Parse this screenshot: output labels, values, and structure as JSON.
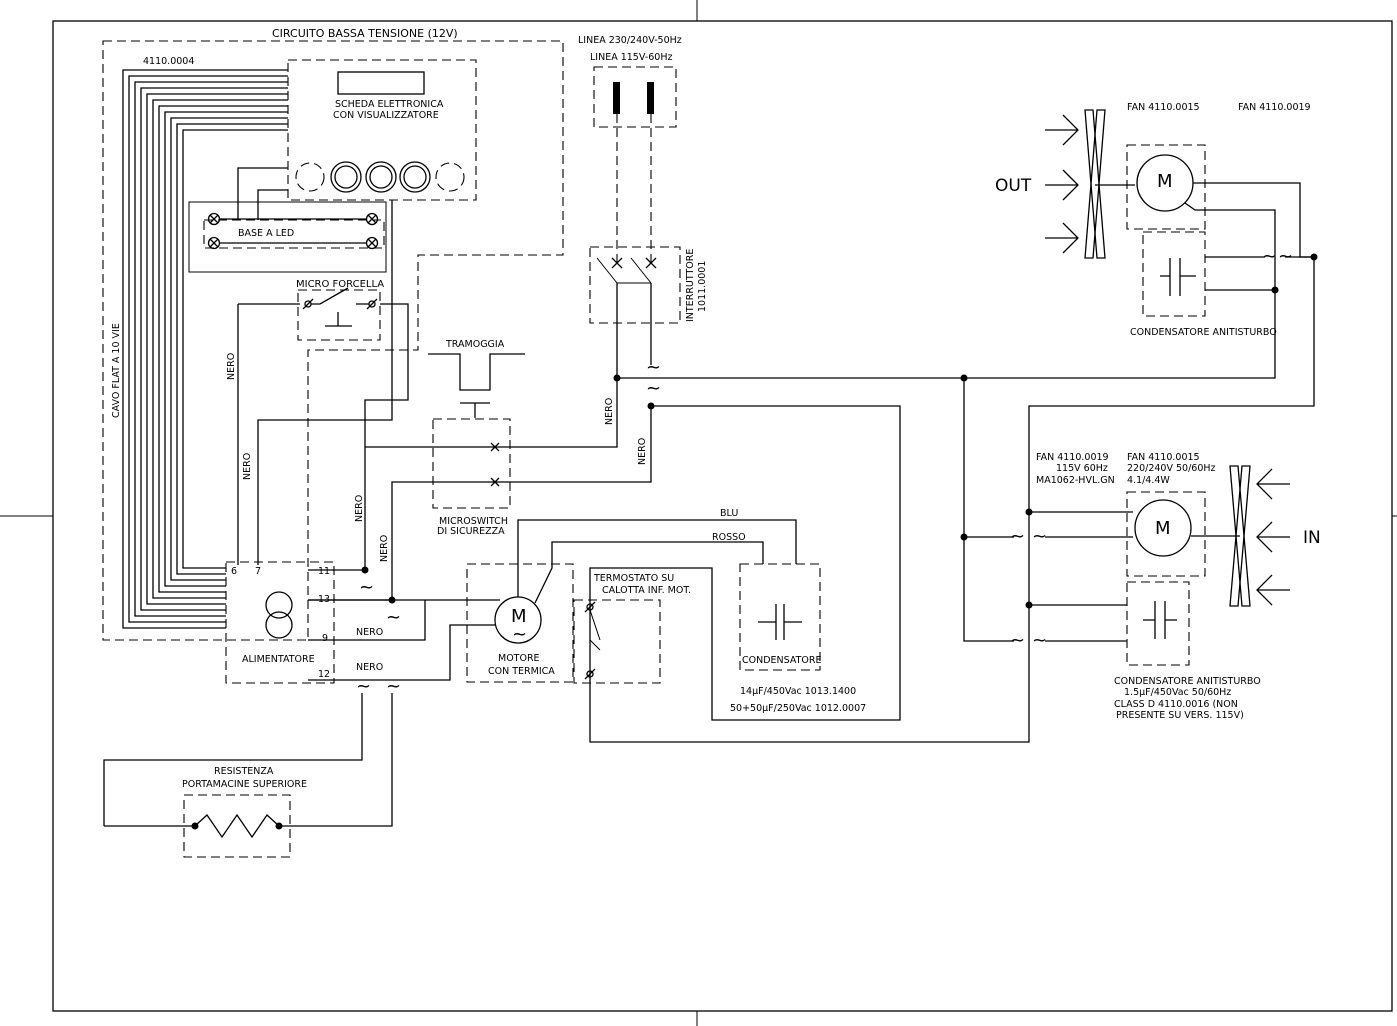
{
  "labels": {
    "low_voltage": "CIRCUITO BASSA TENSIONE (12V)",
    "flat_code": "4110.0004",
    "scheda_1": "SCHEDA ELETTRONICA",
    "scheda_2": "CON VISUALIZZATORE",
    "base_led": "BASE A LED",
    "micro_forcella": "MICRO FORCELLA",
    "cavo_flat": "CAVO FLAT A 10 VIE",
    "nero": "NERO",
    "linea_230": "LINEA 230/240V-50Hz",
    "linea_115": "LINEA 115V-60Hz",
    "interruttore_1": "INTERRUTTORE",
    "interruttore_2": "1011.0001",
    "tramoggia": "TRAMOGGIA",
    "microswitch_1": "MICROSWITCH",
    "microswitch_2": "DI SICUREZZA",
    "blu": "BLU",
    "rosso": "ROSSO",
    "termostato_1": "TERMOSTATO SU",
    "termostato_2": "CALOTTA INF. MOT.",
    "motore_1": "MOTORE",
    "motore_2": "CON TERMICA",
    "condensatore": "CONDENSATORE",
    "cap_1": "14µF/450Vac 1013.1400",
    "cap_2": "50+50µF/250Vac 1012.0007",
    "alimentatore": "ALIMENTATORE",
    "pin_6": "6",
    "pin_7": "7",
    "pin_11": "11",
    "pin_13": "13",
    "pin_9": "9",
    "pin_12": "12",
    "resistenza_1": "RESISTENZA",
    "resistenza_2": "PORTAMACINE SUPERIORE",
    "fan_top_1": "FAN 4110.0015",
    "fan_top_2": "FAN 4110.0019",
    "out": "OUT",
    "in": "IN",
    "cond_anti_top": "CONDENSATORE ANITISTURBO",
    "fan_b1_1": "FAN 4110.0019",
    "fan_b1_2": "115V 60Hz",
    "fan_b1_3": "MA1062-HVL.GN",
    "fan_b2_1": "FAN 4110.0015",
    "fan_b2_2": "220/240V 50/60Hz",
    "fan_b2_3": "4.1/4.4W",
    "cond_bot_1": "CONDENSATORE ANITISTURBO",
    "cond_bot_2": "1.5µF/450Vac 50/60Hz",
    "cond_bot_3": "CLASS D 4110.0016 (NON",
    "cond_bot_4": "PRESENTE SU VERS. 115V)",
    "motor_m": "M",
    "tilde": "~"
  }
}
